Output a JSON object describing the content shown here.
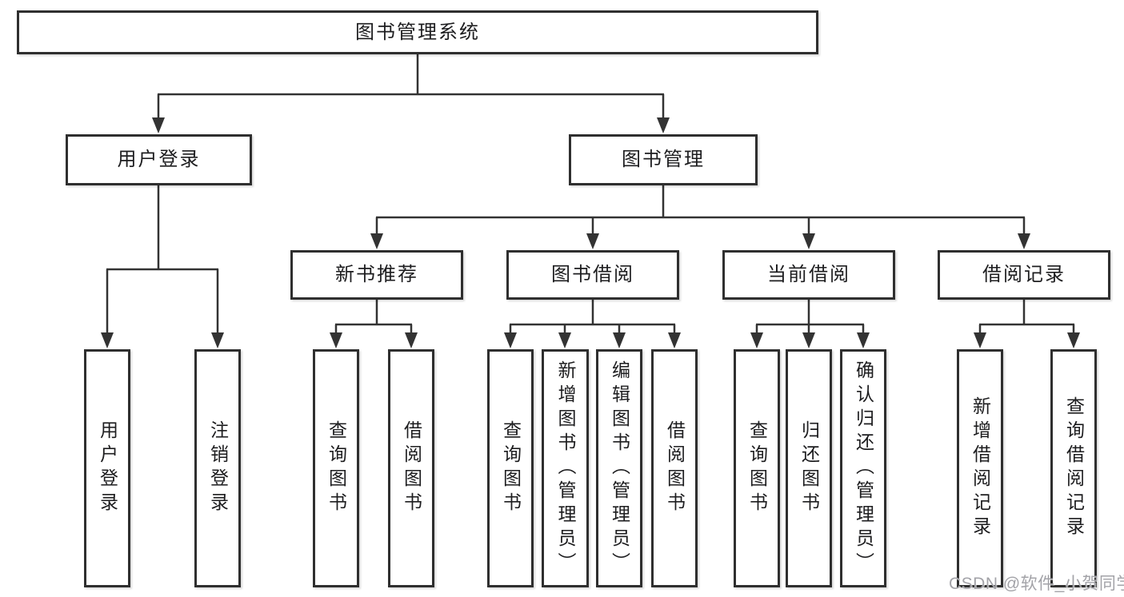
{
  "diagram": {
    "title_node": {
      "label": "图书管理系统"
    },
    "level2": [
      {
        "label": "用户登录"
      },
      {
        "label": "图书管理"
      }
    ],
    "level3": [
      {
        "label": "新书推荐"
      },
      {
        "label": "图书借阅"
      },
      {
        "label": "当前借阅"
      },
      {
        "label": "借阅记录"
      }
    ],
    "leaves": [
      {
        "label": "用户登录",
        "parent": "用户登录"
      },
      {
        "label": "注销登录",
        "parent": "用户登录"
      },
      {
        "label": "查询图书",
        "parent": "新书推荐"
      },
      {
        "label": "借阅图书",
        "parent": "新书推荐"
      },
      {
        "label": "查询图书",
        "parent": "图书借阅"
      },
      {
        "label": "新增图书（管理员）",
        "parent": "图书借阅"
      },
      {
        "label": "编辑图书（管理员）",
        "parent": "图书借阅"
      },
      {
        "label": "借阅图书",
        "parent": "图书借阅"
      },
      {
        "label": "查询图书",
        "parent": "当前借阅"
      },
      {
        "label": "归还图书",
        "parent": "当前借阅"
      },
      {
        "label": "确认归还（管理员）",
        "parent": "当前借阅"
      },
      {
        "label": "新增借阅记录",
        "parent": "借阅记录"
      },
      {
        "label": "查询借阅记录",
        "parent": "借阅记录"
      }
    ],
    "colors": {
      "box_border": "#2f2f2f",
      "connector_line": "#333333",
      "text": "#1d1d1f",
      "watermark_text": "#a3a3a8",
      "background": "#ffffff"
    }
  },
  "watermark": {
    "text": "CSDN @软件_小贺同学"
  }
}
